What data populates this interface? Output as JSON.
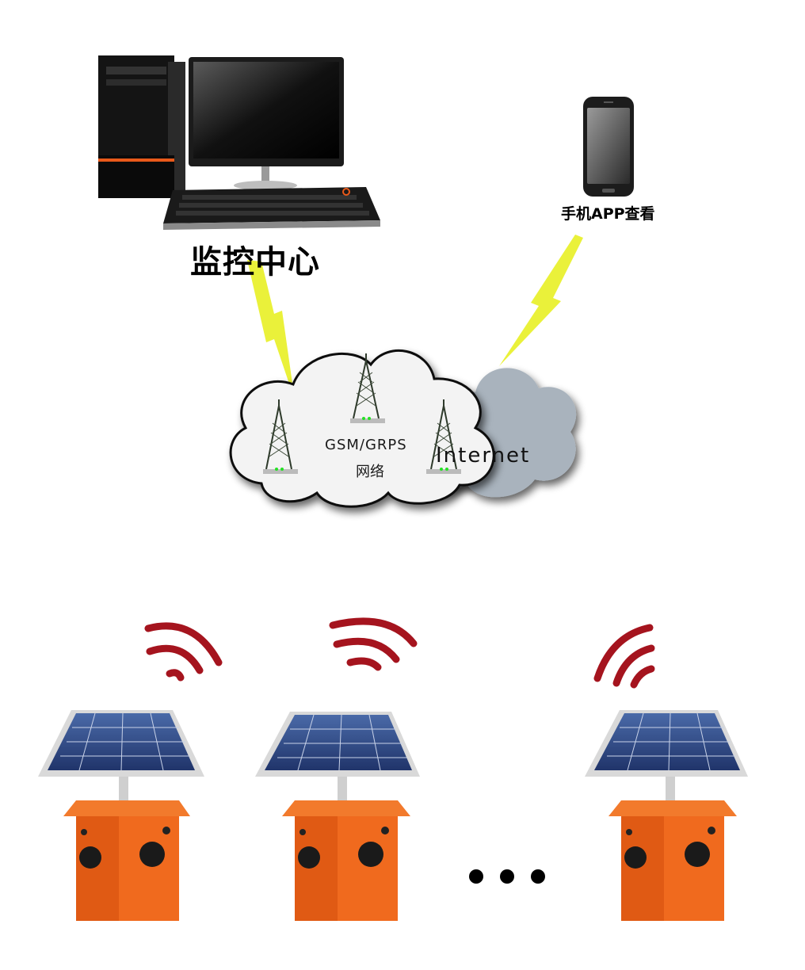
{
  "monitoring_center": {
    "label": "监控中心"
  },
  "mobile": {
    "label": "手机APP查看"
  },
  "network": {
    "gsm_label": "GSM/GRPS",
    "gsm_sub_label": "网络",
    "internet_label": "Internet"
  },
  "devices": {
    "count_shown": 3,
    "continuation": "• • •"
  },
  "colors": {
    "signal_bolt": "#eaf13a",
    "wifi_arc": "#a5141e",
    "device_body": "#f06a1e",
    "cloud_gsm": "#f2f2f2",
    "cloud_internet": "#a9b3bd",
    "solar_cell": "#2e4a86"
  }
}
